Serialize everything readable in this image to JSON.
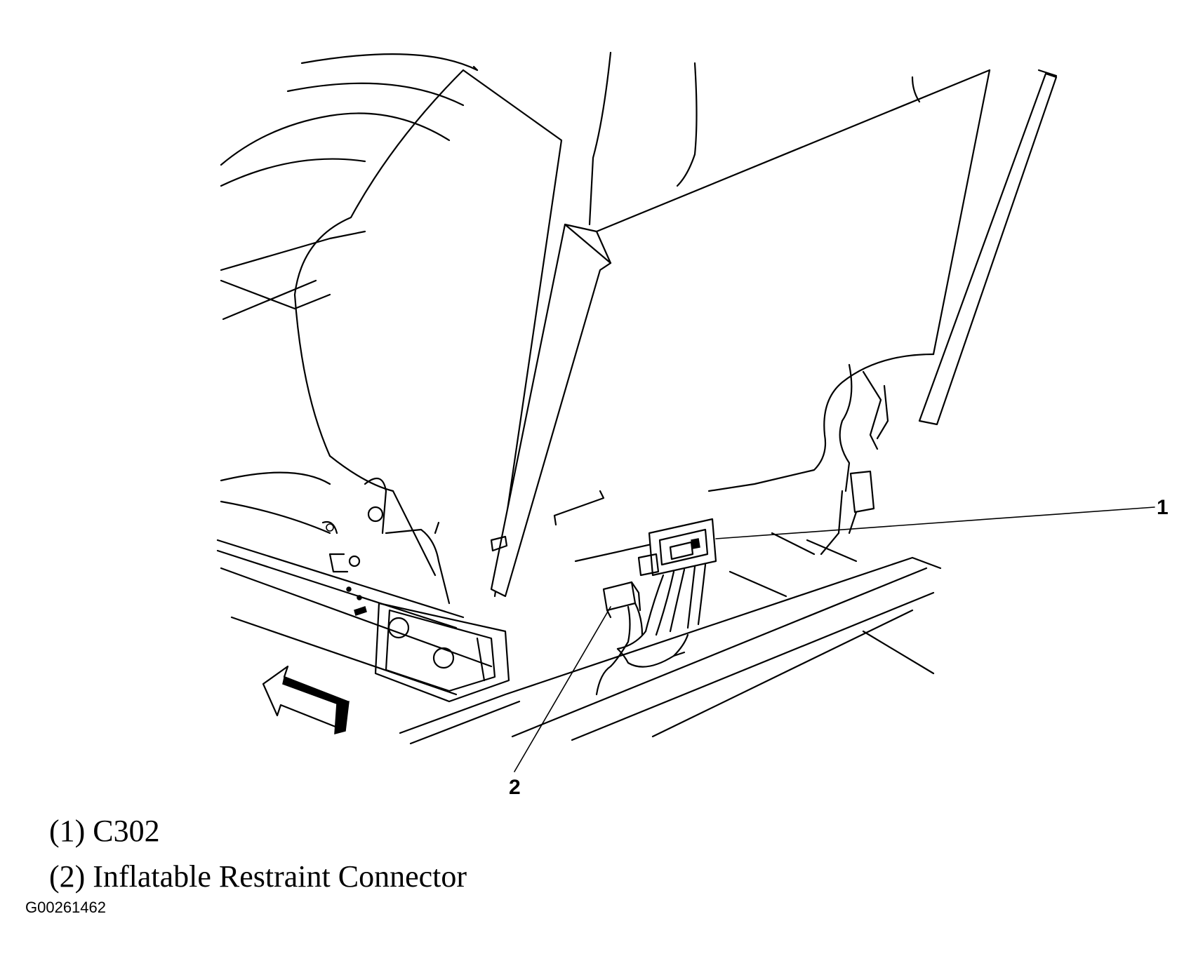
{
  "callouts": {
    "one": "1",
    "two": "2"
  },
  "legend": [
    {
      "text": "(1) C302"
    },
    {
      "text": "(2) Inflatable Restraint Connector"
    }
  ],
  "figure_id": "G00261462",
  "colors": {
    "ink": "#000000",
    "paper": "#ffffff"
  }
}
